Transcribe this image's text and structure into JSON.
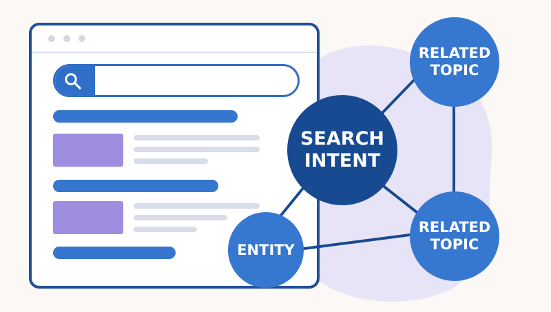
{
  "colors": {
    "background": "#fbf8f5",
    "browser_border": "#1f4f99",
    "browser_body": "#ffffff",
    "accent_blue": "#3677cf",
    "dark_blue": "#184a91",
    "thumbnail_purple": "#9f8ee0",
    "placeholder_gray": "#d9dcea",
    "blob_lavender": "#e7e4f8"
  },
  "browser": {
    "search_icon": "search-icon",
    "search_value": ""
  },
  "diagram": {
    "nodes": {
      "center": {
        "label": "SEARCH\nINTENT"
      },
      "top_right": {
        "label": "RELATED\nTOPIC"
      },
      "bottom_right": {
        "label": "RELATED\nTOPIC"
      },
      "bottom_left": {
        "label": "ENTITY"
      }
    }
  }
}
